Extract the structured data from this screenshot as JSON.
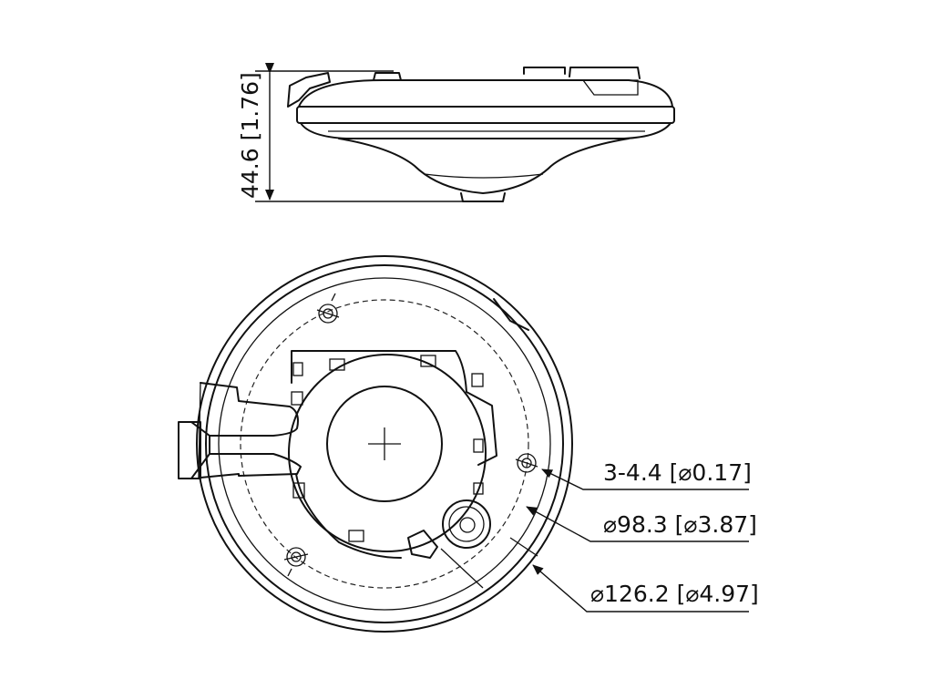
{
  "dimensions": {
    "height": "44.6 [1.76]",
    "hole": "3-4.4 [⌀0.17]",
    "inner_diameter": "⌀98.3 [⌀3.87]",
    "outer_diameter": "⌀126.2 [⌀4.97]"
  }
}
